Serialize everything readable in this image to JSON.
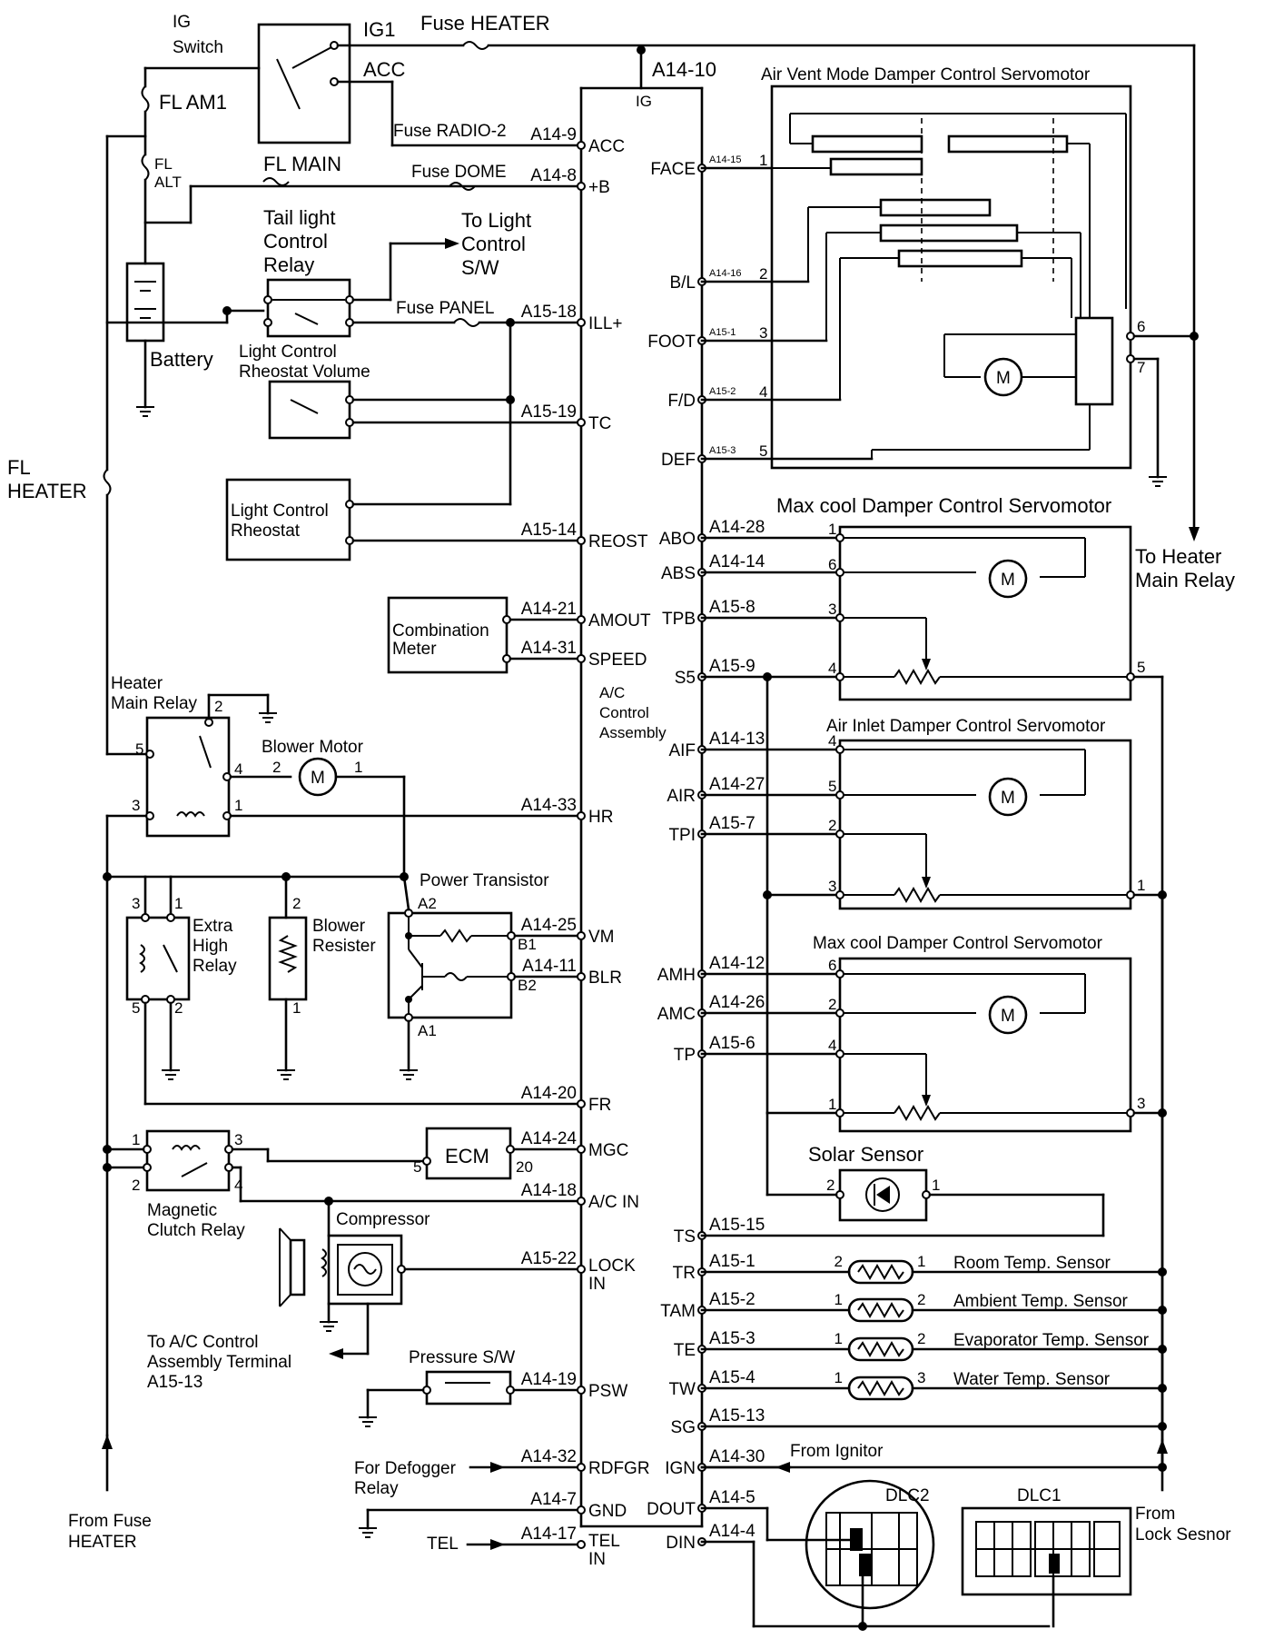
{
  "labels": {
    "ig_switch": [
      "IG",
      "Switch"
    ],
    "ig1": "IG1",
    "acc": "ACC",
    "fuse_heater": "Fuse HEATER",
    "fl_am1": "FL AM1",
    "fl_alt": [
      "FL",
      "ALT"
    ],
    "fl_main": "FL MAIN",
    "fuse_radio2": "Fuse RADIO-2",
    "fuse_dome": "Fuse DOME",
    "fuse_panel": "Fuse PANEL",
    "battery": "Battery",
    "tail_relay": [
      "Tail light",
      "Control",
      "Relay"
    ],
    "to_light_sw": [
      "To Light",
      "Control",
      "S/W"
    ],
    "light_rheo_vol": [
      "Light Control",
      "Rheostat Volume"
    ],
    "light_rheo": [
      "Light Control",
      "Rheostat"
    ],
    "fl_heater": [
      "FL",
      "HEATER"
    ],
    "combination_meter": [
      "Combination",
      "Meter"
    ],
    "heater_main_relay": [
      "Heater",
      "Main Relay"
    ],
    "blower_motor": "Blower Motor",
    "power_transistor": "Power Transistor",
    "extra_high_relay": [
      "Extra",
      "High",
      "Relay"
    ],
    "blower_resister": [
      "Blower",
      "Resister"
    ],
    "ecm": "ECM",
    "magnetic_clutch_relay": [
      "Magnetic",
      "Clutch Relay"
    ],
    "compressor": "Compressor",
    "to_ac_control": [
      "To A/C Control",
      "Assembly Terminal",
      "A15-13"
    ],
    "pressure_sw": "Pressure S/W",
    "for_defogger": [
      "For Defogger",
      "Relay"
    ],
    "tel": "TEL",
    "from_fuse_heater": [
      "From Fuse",
      "HEATER"
    ],
    "ac_control_assembly": [
      "A/C",
      "Control",
      "Assembly"
    ],
    "air_vent_servo": "Air Vent Mode Damper Control Servomotor",
    "max_cool_servo_1": "Max cool Damper Control Servomotor",
    "air_inlet_servo": "Air Inlet Damper Control Servomotor",
    "max_cool_servo_2": "Max cool Damper Control Servomotor",
    "solar_sensor": "Solar Sensor",
    "to_heater_main_relay": [
      "To Heater",
      "Main Relay"
    ],
    "room_temp": "Room Temp. Sensor",
    "ambient_temp": "Ambient Temp. Sensor",
    "evaporator_temp": "Evaporator Temp. Sensor",
    "water_temp": "Water Temp. Sensor",
    "from_ignitor": "From Ignitor",
    "dlc2": "DLC2",
    "dlc1": "DLC1",
    "from_lock_sensor": [
      "From",
      "Lock Sesnor"
    ],
    "a14_10": "A14-10",
    "ig_term": "IG"
  },
  "left_pins": [
    {
      "conn": "A14-9",
      "pin": "ACC"
    },
    {
      "conn": "A14-8",
      "pin": "+B"
    },
    {
      "conn": "A15-18",
      "pin": "ILL+"
    },
    {
      "conn": "A15-19",
      "pin": "TC"
    },
    {
      "conn": "A15-14",
      "pin": "REOST"
    },
    {
      "conn": "A14-21",
      "pin": "AMOUT"
    },
    {
      "conn": "A14-31",
      "pin": "SPEED"
    },
    {
      "conn": "A14-33",
      "pin": "HR"
    },
    {
      "conn": "A14-25",
      "pin": "VM"
    },
    {
      "conn": "A14-11",
      "pin": "BLR"
    },
    {
      "conn": "A14-20",
      "pin": "FR"
    },
    {
      "conn": "A14-24",
      "pin": "MGC"
    },
    {
      "conn": "A14-18",
      "pin": "A/C IN"
    },
    {
      "conn": "A15-22",
      "pin": [
        "LOCK",
        "IN"
      ]
    },
    {
      "conn": "A14-19",
      "pin": "PSW"
    },
    {
      "conn": "A14-32",
      "pin": "RDFGR"
    },
    {
      "conn": "A14-7",
      "pin": "GND"
    },
    {
      "conn": "A14-17",
      "pin": [
        "TEL",
        "IN"
      ]
    }
  ],
  "right_pins": [
    {
      "pin": "FACE",
      "conn": "A14-15",
      "num": "1"
    },
    {
      "pin": "B/L",
      "conn": "A14-16",
      "num": "2"
    },
    {
      "pin": "FOOT",
      "conn": "A15-1",
      "num": "3"
    },
    {
      "pin": "F/D",
      "conn": "A15-2",
      "num": "4"
    },
    {
      "pin": "DEF",
      "conn": "A15-3",
      "num": "5"
    },
    {
      "pin": "ABO",
      "conn": "A14-28",
      "num": "1"
    },
    {
      "pin": "ABS",
      "conn": "A14-14",
      "num": "6"
    },
    {
      "pin": "TPB",
      "conn": "A15-8",
      "num": "3"
    },
    {
      "pin": "S5",
      "conn": "A15-9",
      "num": "4"
    },
    {
      "pin": "AIF",
      "conn": "A14-13",
      "num": "4"
    },
    {
      "pin": "AIR",
      "conn": "A14-27",
      "num": "5"
    },
    {
      "pin": "TPI",
      "conn": "A15-7",
      "num": "2"
    },
    {
      "pin": "AMH",
      "conn": "A14-12",
      "num": "6"
    },
    {
      "pin": "AMC",
      "conn": "A14-26",
      "num": "2"
    },
    {
      "pin": "TP",
      "conn": "A15-6",
      "num": "4"
    },
    {
      "pin": "TS",
      "conn": "A15-15",
      "num": ""
    },
    {
      "pin": "TR",
      "conn": "A15-1",
      "num": ""
    },
    {
      "pin": "TAM",
      "conn": "A15-2",
      "num": ""
    },
    {
      "pin": "TE",
      "conn": "A15-3",
      "num": ""
    },
    {
      "pin": "TW",
      "conn": "A15-4",
      "num": ""
    },
    {
      "pin": "SG",
      "conn": "A15-13",
      "num": ""
    },
    {
      "pin": "IGN",
      "conn": "A14-30",
      "num": ""
    },
    {
      "pin": "DOUT",
      "conn": "A14-5",
      "num": ""
    },
    {
      "pin": "DIN",
      "conn": "A14-4",
      "num": ""
    }
  ],
  "numbers": {
    "n1": "1",
    "n2": "2",
    "n3": "3",
    "n4": "4",
    "n5": "5",
    "n6": "6",
    "n7": "7",
    "n20": "20",
    "a1": "A1",
    "a2": "A2",
    "b1": "B1",
    "b2": "B2"
  }
}
